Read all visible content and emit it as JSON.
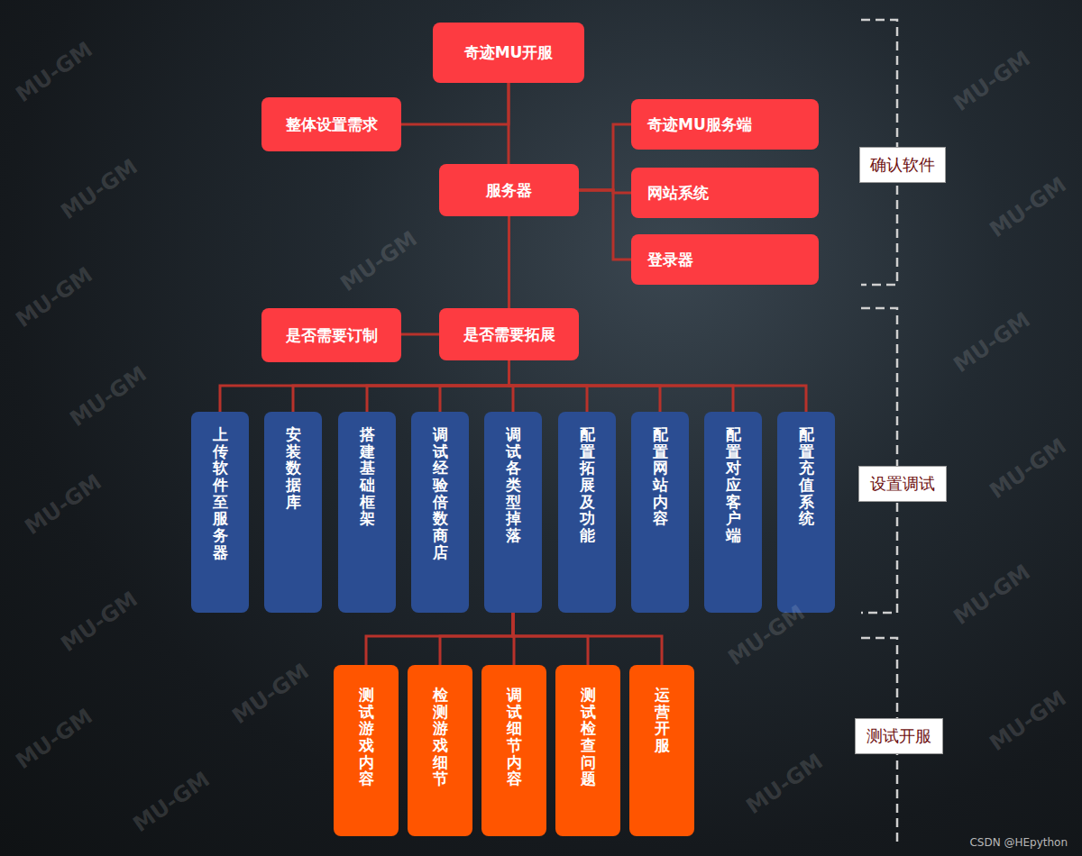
{
  "diagram": {
    "nodes": [
      {
        "text": [
          "奇迹MU开服"
        ]
      },
      {
        "text": [
          "整体设置需求"
        ]
      },
      {
        "text": [
          "奇迹MU服务端"
        ]
      },
      {
        "text": [
          "服务器"
        ]
      },
      {
        "text": [
          "网站系统"
        ]
      },
      {
        "text": [
          "登录器"
        ]
      },
      {
        "text": [
          "是否需要订制"
        ]
      },
      {
        "text": [
          "是否需要拓展"
        ]
      },
      {
        "text": [
          "上传软件至服务器"
        ]
      },
      {
        "text": [
          "安装数据库"
        ]
      },
      {
        "text": [
          "搭建基础框架"
        ]
      },
      {
        "text": [
          "调试经验倍数商店"
        ]
      },
      {
        "text": [
          "调试各类型掉落"
        ]
      },
      {
        "text": [
          "配置拓展及功能"
        ]
      },
      {
        "text": [
          "配置网站内容"
        ]
      },
      {
        "text": [
          "配置对应客户端"
        ]
      },
      {
        "text": [
          "配置充值系统"
        ]
      },
      {
        "text": [
          "测试游戏内容"
        ]
      },
      {
        "text": [
          "检测游戏细节"
        ]
      },
      {
        "text": [
          "调试细节内容"
        ]
      },
      {
        "text": [
          "测试检查问题"
        ]
      },
      {
        "text": [
          "运营开服"
        ]
      },
      {
        "text": [
          "确认软件"
        ]
      },
      {
        "text": [
          "设置调试"
        ]
      },
      {
        "text": [
          "测试开服"
        ]
      }
    ],
    "edges": [
      {
        "from": 0,
        "to": 1,
        "arrow": "none"
      },
      {
        "from": 0,
        "to": 3,
        "arrow": "none"
      },
      {
        "from": 3,
        "to": 2,
        "arrow": "none"
      },
      {
        "from": 3,
        "to": 4,
        "arrow": "none"
      },
      {
        "from": 3,
        "to": 5,
        "arrow": "none"
      },
      {
        "from": 3,
        "to": 7,
        "arrow": "none"
      },
      {
        "from": 7,
        "to": 6,
        "arrow": "none"
      },
      {
        "from": 7,
        "to": 8,
        "arrow": "none"
      },
      {
        "from": 7,
        "to": 9,
        "arrow": "none"
      },
      {
        "from": 7,
        "to": 10,
        "arrow": "none"
      },
      {
        "from": 7,
        "to": 11,
        "arrow": "none"
      },
      {
        "from": 7,
        "to": 12,
        "arrow": "none"
      },
      {
        "from": 7,
        "to": 13,
        "arrow": "none"
      },
      {
        "from": 7,
        "to": 14,
        "arrow": "none"
      },
      {
        "from": 7,
        "to": 15,
        "arrow": "none"
      },
      {
        "from": 7,
        "to": 16,
        "arrow": "none"
      },
      {
        "from": 12,
        "to": 17,
        "arrow": "none"
      },
      {
        "from": 12,
        "to": 18,
        "arrow": "none"
      },
      {
        "from": 12,
        "to": 19,
        "arrow": "none"
      },
      {
        "from": 12,
        "to": 20,
        "arrow": "none"
      },
      {
        "from": 12,
        "to": 21,
        "arrow": "none"
      }
    ],
    "labels": [
      "MU-GM",
      "MU-GM",
      "MU-GM",
      "MU-GM",
      "MU-GM",
      "MU-GM",
      "MU-GM",
      "MU-GM",
      "MU-GM",
      "MU-GM",
      "MU-GM",
      "MU-GM",
      "MU-GM",
      "MU-GM",
      "MU-GM",
      "MU-GM",
      "MU-GM",
      "MU-GM",
      "CSDN @HEpython"
    ]
  }
}
